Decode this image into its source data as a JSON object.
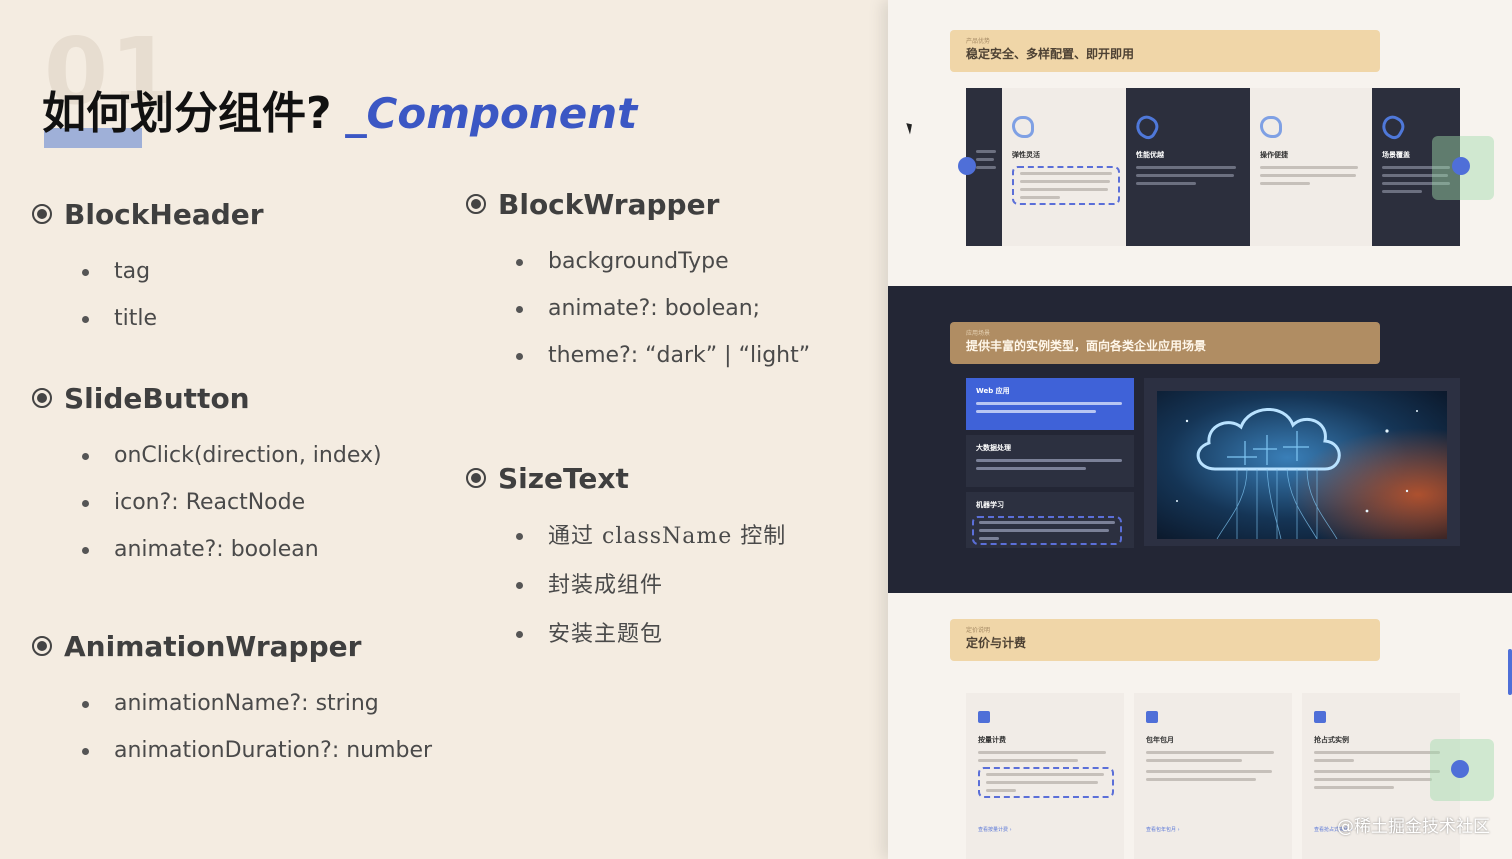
{
  "slide": {
    "section_number": "01",
    "title_cn": "如何划分组件?",
    "title_en": "_Component",
    "left_groups": [
      {
        "name": "BlockHeader",
        "items": [
          "tag",
          "title"
        ]
      },
      {
        "name": "SlideButton",
        "items": [
          "onClick(direction, index)",
          "icon?: ReactNode",
          "animate?: boolean"
        ]
      },
      {
        "name": "AnimationWrapper",
        "items": [
          "animationName?: string",
          "animationDuration?: number"
        ]
      }
    ],
    "right_groups": [
      {
        "name": "BlockWrapper",
        "items": [
          "backgroundType",
          "animate?: boolean;",
          "theme?: “dark” | “light”"
        ]
      },
      {
        "name": "SizeText",
        "items": [
          "通过 className 控制",
          "封装成组件",
          "安装主题包"
        ]
      }
    ]
  },
  "preview": {
    "section1": {
      "tag": "产品优势",
      "title": "稳定安全、多样配置、即开即用",
      "cards": [
        "",
        "弹性灵活",
        "性能优越",
        "操作便捷",
        "场景覆盖"
      ]
    },
    "section2": {
      "tag": "应用场景",
      "title": "提供丰富的实例类型，面向各类企业应用场景",
      "menu": [
        "Web 应用",
        "大数据处理",
        "机器学习"
      ]
    },
    "section3": {
      "tag": "定价说明",
      "title": "定价与计费",
      "cards": [
        {
          "title": "按量计费",
          "link": "查看按量计费 ›"
        },
        {
          "title": "包年包月",
          "link": "查看包年包月 ›"
        },
        {
          "title": "抢占式实例",
          "link": "查看抢占式实例 ›"
        }
      ]
    }
  },
  "watermark": "@稀土掘金技术社区",
  "colors": {
    "accent_blue": "#3b57c4",
    "banner_tan": "#f0d6a8",
    "dark_bg": "#232635"
  }
}
